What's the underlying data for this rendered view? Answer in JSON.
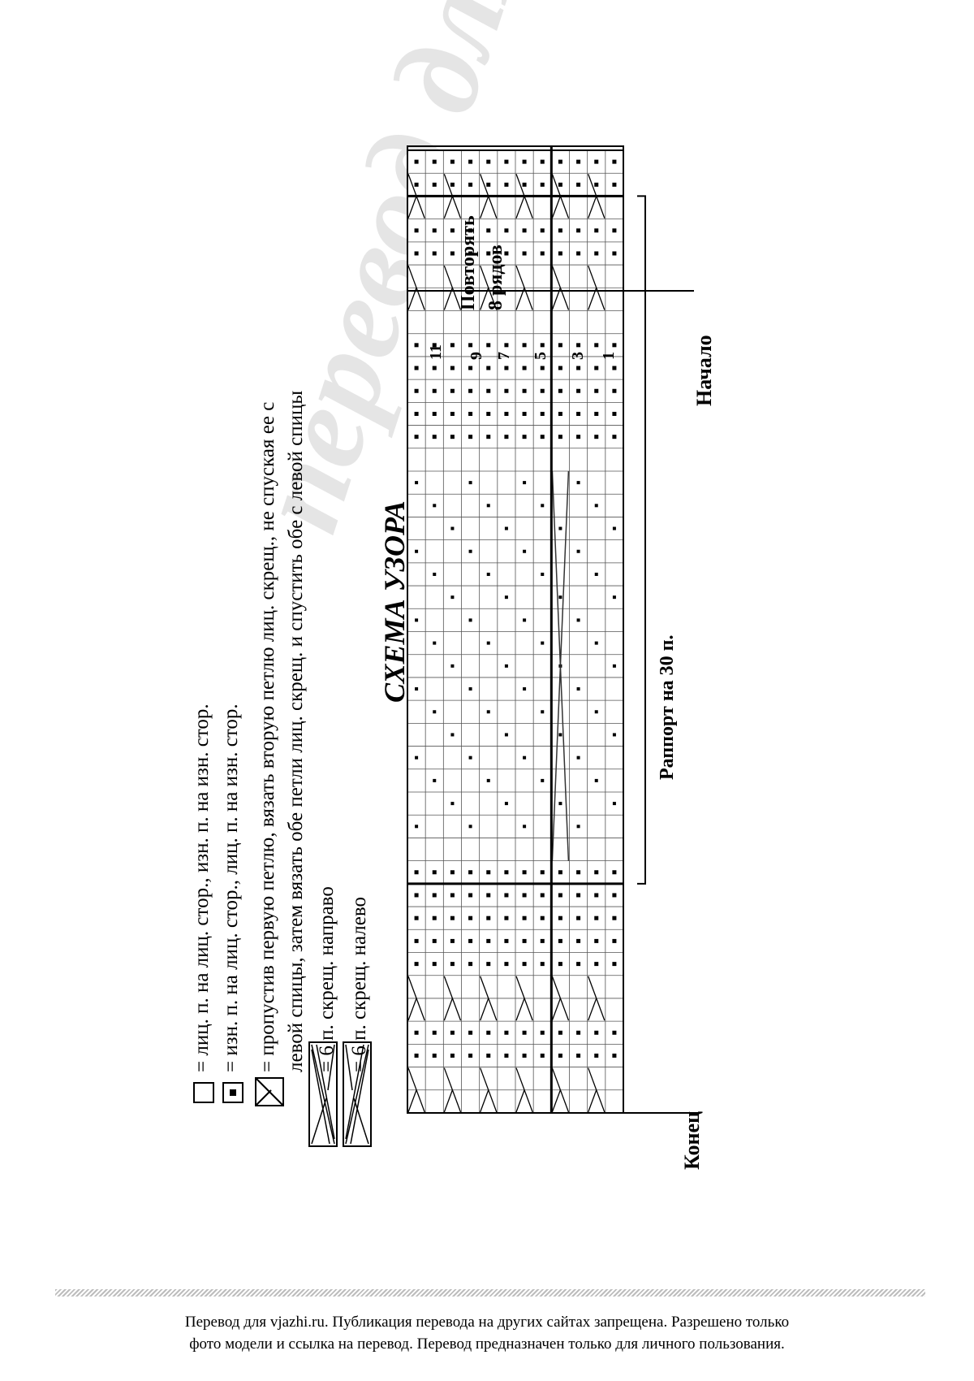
{
  "legend": [
    {
      "icon": "empty-square-icon",
      "text": "= лиц. п. на лиц. стор., изн. п. на изн. стор."
    },
    {
      "icon": "dot-square-icon",
      "text": "= изн. п. на лиц. стор., лиц. п. на изн. стор."
    },
    {
      "icon": "cross-stitch-icon",
      "text": "= пропустив первую петлю, вязать вторую петлю лиц. скрещ., не спуская ее с"
    },
    {
      "icon": "",
      "text": "левой спицы, затем вязать обе петли лиц. скрещ. и спустить обе с левой спицы"
    },
    {
      "icon": "cable-right-icon",
      "text": "= 6 п. скрещ. направо"
    },
    {
      "icon": "cable-left-icon",
      "text": "= 6 п. скрещ. налево"
    }
  ],
  "chart": {
    "title": "СХЕМА УЗОРА",
    "row_numbers": [
      "11",
      "9",
      "7",
      "5",
      "3",
      "1"
    ],
    "repeat_label": "Повторять 8 рядов",
    "repeat_label_line1": "Повторять",
    "repeat_label_line2": "8 рядов",
    "start_label": "Начало",
    "end_label": "Конец",
    "rapport_label": "Раппорт на 30 п.",
    "stitch_count": 42,
    "row_count": 12
  },
  "watermark": "перевод для vjazhi.ru",
  "footer": {
    "line1": "Перевод для vjazhi.ru. Публикация перевода на других сайтах запрещена. Разрешено только",
    "line2": "фото модели и ссылка на перевод.  Перевод предназначен только для личного пользования."
  }
}
